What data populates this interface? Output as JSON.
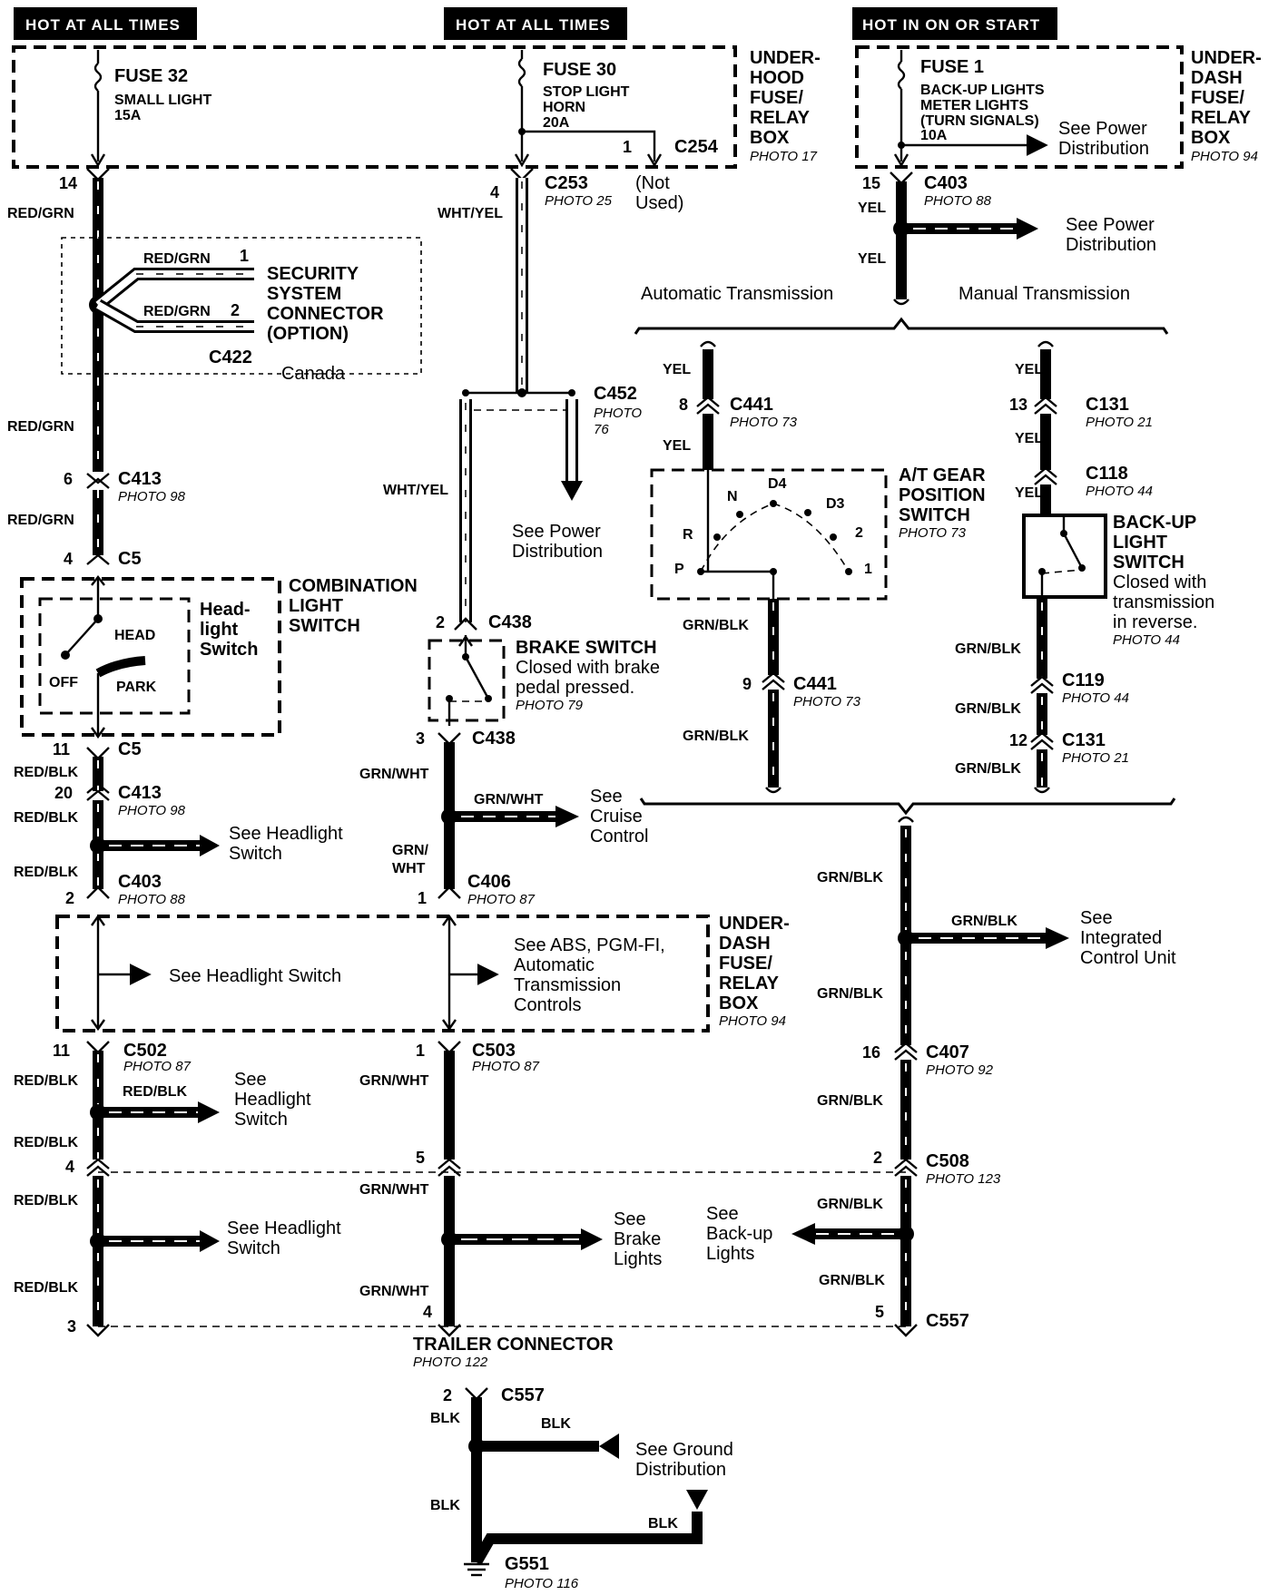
{
  "headers": {
    "h1": "HOT AT ALL TIMES",
    "h2": "HOT AT ALL TIMES",
    "h3": "HOT IN ON OR START"
  },
  "fuse_boxes": {
    "underhood": {
      "name": [
        "UNDER-",
        "HOOD",
        "FUSE/",
        "RELAY",
        "BOX"
      ],
      "photo": "PHOTO 17",
      "fuse32": {
        "name": "FUSE 32",
        "desc": "SMALL LIGHT",
        "amp": "15A"
      },
      "fuse30": {
        "name": "FUSE 30",
        "desc1": "STOP LIGHT",
        "desc2": "HORN",
        "amp": "20A"
      },
      "c254": {
        "pin": "1",
        "name": "C254",
        "note1": "(Not",
        "note2": "Used)"
      }
    },
    "underdash_top": {
      "name": [
        "UNDER-",
        "DASH",
        "FUSE/",
        "RELAY",
        "BOX"
      ],
      "photo": "PHOTO 94",
      "fuse1": {
        "name": "FUSE 1",
        "desc1": "BACK-UP LIGHTS",
        "desc2": "METER LIGHTS",
        "desc3": "(TURN SIGNALS)",
        "amp": "10A"
      },
      "see1": "See Power",
      "see2": "Distribution"
    },
    "underdash_mid": {
      "name": [
        "UNDER-",
        "DASH",
        "FUSE/",
        "RELAY",
        "BOX"
      ],
      "photo": "PHOTO 94",
      "see_headlight": "See Headlight Switch",
      "see_abs": [
        "See ABS, PGM-FI,",
        "Automatic",
        "Transmission",
        "Controls"
      ]
    }
  },
  "left": {
    "pin14": "14",
    "wire1": "RED/GRN",
    "security": {
      "name": [
        "SECURITY",
        "SYSTEM",
        "CONNECTOR",
        "(OPTION)"
      ],
      "wireA": "RED/GRN",
      "wireB": "RED/GRN",
      "pinA": "1",
      "pinB": "2",
      "conn": "C422",
      "region": "Canada"
    },
    "wire2": "RED/GRN",
    "c413a": {
      "pin": "6",
      "name": "C413",
      "photo": "PHOTO 98"
    },
    "wire3": "RED/GRN",
    "c5a": {
      "pin": "4",
      "name": "C5"
    },
    "combo": {
      "name": [
        "COMBINATION",
        "LIGHT",
        "SWITCH"
      ],
      "inner": [
        "Head-",
        "light",
        "Switch"
      ],
      "head": "HEAD",
      "off": "OFF",
      "park": "PARK"
    },
    "c5b": {
      "pin": "11",
      "name": "C5"
    },
    "wire4": "RED/BLK",
    "c413b": {
      "pin": "20",
      "name": "C413",
      "photo": "PHOTO 98"
    },
    "wire5": "RED/BLK",
    "see_hl1": [
      "See Headlight",
      "Switch"
    ],
    "wire6": "RED/BLK",
    "c403": {
      "pin": "2",
      "name": "C403",
      "photo": "PHOTO 88"
    },
    "c502": {
      "pin": "11",
      "name": "C502",
      "photo": "PHOTO 87"
    },
    "wire7": "RED/BLK",
    "wire7b": "RED/BLK",
    "see_hl2": [
      "See",
      "Headlight",
      "Switch"
    ],
    "wire8": "RED/BLK",
    "pin4": "4",
    "wire9": "RED/BLK",
    "see_hl3": [
      "See Headlight",
      "Switch"
    ],
    "wire10": "RED/BLK",
    "pin3": "3"
  },
  "middle": {
    "c253": {
      "pin": "4",
      "name": "C253",
      "photo": "PHOTO 25"
    },
    "wire1": "WHT/YEL",
    "c452": {
      "name": "C452",
      "photo1": "PHOTO",
      "photo2": "76"
    },
    "wire2": "WHT/YEL",
    "see_power": [
      "See Power",
      "Distribution"
    ],
    "c438a": {
      "pin": "2",
      "name": "C438"
    },
    "brake": {
      "name": "BRAKE SWITCH",
      "desc1": "Closed with brake",
      "desc2": "pedal pressed.",
      "photo": "PHOTO 79"
    },
    "c438b": {
      "pin": "3",
      "name": "C438"
    },
    "wire3": "GRN/WHT",
    "wire3b": "GRN/WHT",
    "see_cruise": [
      "See",
      "Cruise",
      "Control"
    ],
    "wire4a": "GRN/",
    "wire4b": "WHT",
    "c406": {
      "pin": "1",
      "name": "C406",
      "photo": "PHOTO 87"
    },
    "c503": {
      "pin": "1",
      "name": "C503",
      "photo": "PHOTO 87"
    },
    "wire5": "GRN/WHT",
    "pin5": "5",
    "wire6": "GRN/WHT",
    "see_brake": [
      "See",
      "Brake",
      "Lights"
    ],
    "wire7": "GRN/WHT",
    "pin4": "4"
  },
  "right": {
    "c403": {
      "pin": "15",
      "name": "C403",
      "photo": "PHOTO 88"
    },
    "wire1": "YEL",
    "see_power": [
      "See Power",
      "Distribution"
    ],
    "wire2": "YEL",
    "auto": "Automatic Transmission",
    "manual": "Manual Transmission",
    "at": {
      "wire1": "YEL",
      "c441a": {
        "pin": "8",
        "name": "C441",
        "photo": "PHOTO 73"
      },
      "wire2": "YEL",
      "switch": {
        "name": [
          "A/T GEAR",
          "POSITION",
          "SWITCH"
        ],
        "photo": "PHOTO 73",
        "positions": [
          "P",
          "R",
          "N",
          "D4",
          "D3",
          "2",
          "1"
        ]
      },
      "wire3": "GRN/BLK",
      "c441b": {
        "pin": "9",
        "name": "C441",
        "photo": "PHOTO 73"
      },
      "wire4": "GRN/BLK"
    },
    "mt": {
      "wire1": "YEL",
      "c131a": {
        "pin": "13",
        "name": "C131",
        "photo": "PHOTO 21"
      },
      "wire2": "YEL",
      "c118": {
        "name": "C118",
        "photo": "PHOTO 44"
      },
      "wire3": "YEL",
      "switch": {
        "name": [
          "BACK-UP",
          "LIGHT",
          "SWITCH"
        ],
        "desc": [
          "Closed with",
          "transmission",
          "in reverse."
        ],
        "photo": "PHOTO 44"
      },
      "wire4": "GRN/BLK",
      "c119": {
        "name": "C119",
        "photo": "PHOTO 44"
      },
      "wire5": "GRN/BLK",
      "c131b": {
        "pin": "12",
        "name": "C131",
        "photo": "PHOTO 21"
      },
      "wire6": "GRN/BLK"
    },
    "wire_a": "GRN/BLK",
    "wire_b": "GRN/BLK",
    "see_icu": [
      "See",
      "Integrated",
      "Control Unit"
    ],
    "wire_c": "GRN/BLK",
    "c407": {
      "pin": "16",
      "name": "C407",
      "photo": "PHOTO 92"
    },
    "wire_d": "GRN/BLK",
    "c508": {
      "pin": "2",
      "name": "C508",
      "photo": "PHOTO 123"
    },
    "wire_e": "GRN/BLK",
    "see_backup": [
      "See",
      "Back-up",
      "Lights"
    ],
    "wire_f": "GRN/BLK",
    "c557": {
      "pin": "5",
      "name": "C557"
    }
  },
  "trailer": {
    "name": "TRAILER  CONNECTOR",
    "photo": "PHOTO 122",
    "c557": {
      "pin": "2",
      "name": "C557"
    },
    "wire1": "BLK",
    "wire2": "BLK",
    "see_ground": [
      "See Ground",
      "Distribution"
    ],
    "wire3": "BLK",
    "wire4": "BLK",
    "g551": {
      "name": "G551",
      "photo": "PHOTO 116"
    }
  }
}
